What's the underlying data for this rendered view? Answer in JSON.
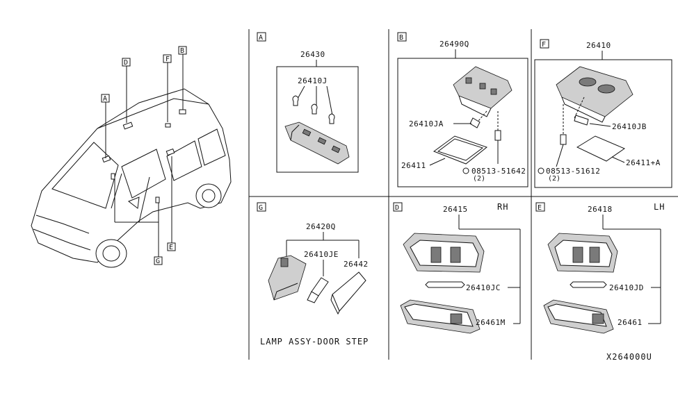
{
  "diagram_code": "X264000U",
  "vehicle_callouts": [
    "A",
    "B",
    "D",
    "E",
    "F",
    "G"
  ],
  "panels": {
    "A": {
      "letter": "A",
      "assy": "26430",
      "parts": [
        "26410J"
      ]
    },
    "B": {
      "letter": "B",
      "assy": "26490Q",
      "parts": [
        "26410JA",
        "26411",
        "08513-51642",
        "(2)"
      ]
    },
    "F": {
      "letter": "F",
      "assy": "26410",
      "parts": [
        "26410JB",
        "26411+A",
        "08513-51612",
        "(2)"
      ]
    },
    "G": {
      "letter": "G",
      "assy": "26420Q",
      "parts": [
        "26410JE",
        "26442"
      ],
      "caption": "LAMP ASSY-DOOR STEP"
    },
    "D": {
      "letter": "D",
      "assy": "26415",
      "side": "RH",
      "parts": [
        "26410JC",
        "26461M"
      ]
    },
    "E": {
      "letter": "E",
      "assy": "26418",
      "side": "LH",
      "parts": [
        "26410JD",
        "26461"
      ]
    }
  }
}
